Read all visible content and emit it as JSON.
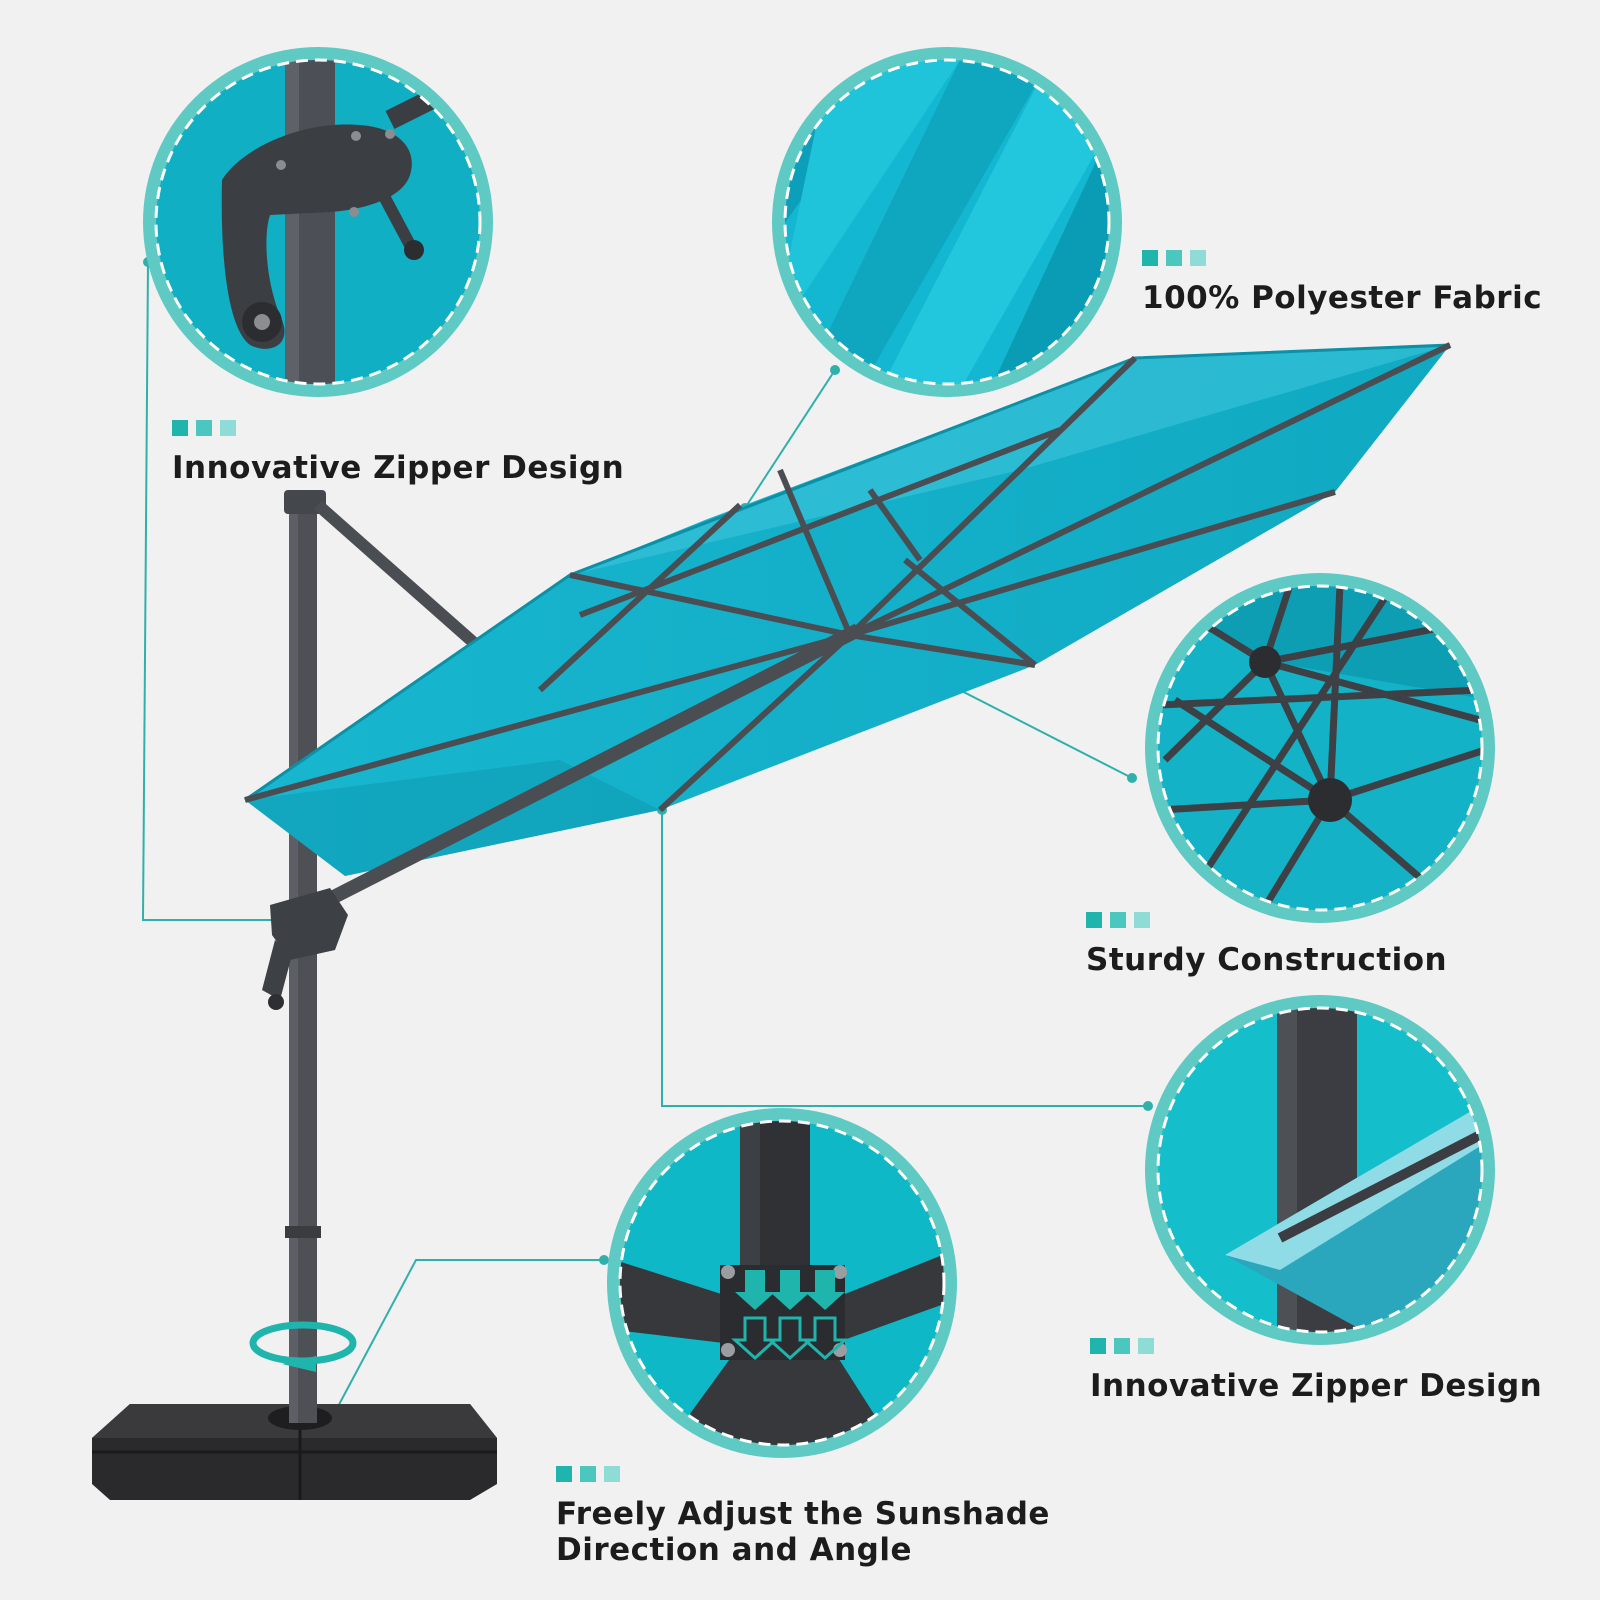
{
  "colors": {
    "background": "#f1f1f1",
    "accent_teal": "#1fb5ad",
    "canopy": "#12b3cc",
    "canopy_dark": "#0e9fb8",
    "frame": "#4a4d52",
    "base": "#2b2b2d",
    "badge_ring": "#5fc9c4"
  },
  "features": [
    {
      "id": "top-left",
      "label": "Innovative Zipper Design",
      "icon": "crank-handle-closeup"
    },
    {
      "id": "top-right",
      "label": "100% Polyester Fabric",
      "icon": "fabric-closeup"
    },
    {
      "id": "mid-right",
      "label": "Sturdy Construction",
      "icon": "ribs-closeup"
    },
    {
      "id": "lower-right",
      "label": "Innovative Zipper Design",
      "icon": "pole-canopy-closeup"
    },
    {
      "id": "bottom-center",
      "label_line1": "Freely Adjust the Sunshade",
      "label_line2": "Direction and Angle",
      "icon": "base-cross-closeup"
    }
  ],
  "product": {
    "icon": "cantilever-umbrella",
    "rotate_icon": "rotate-arrow-icon",
    "base_icon": "weighted-base"
  }
}
